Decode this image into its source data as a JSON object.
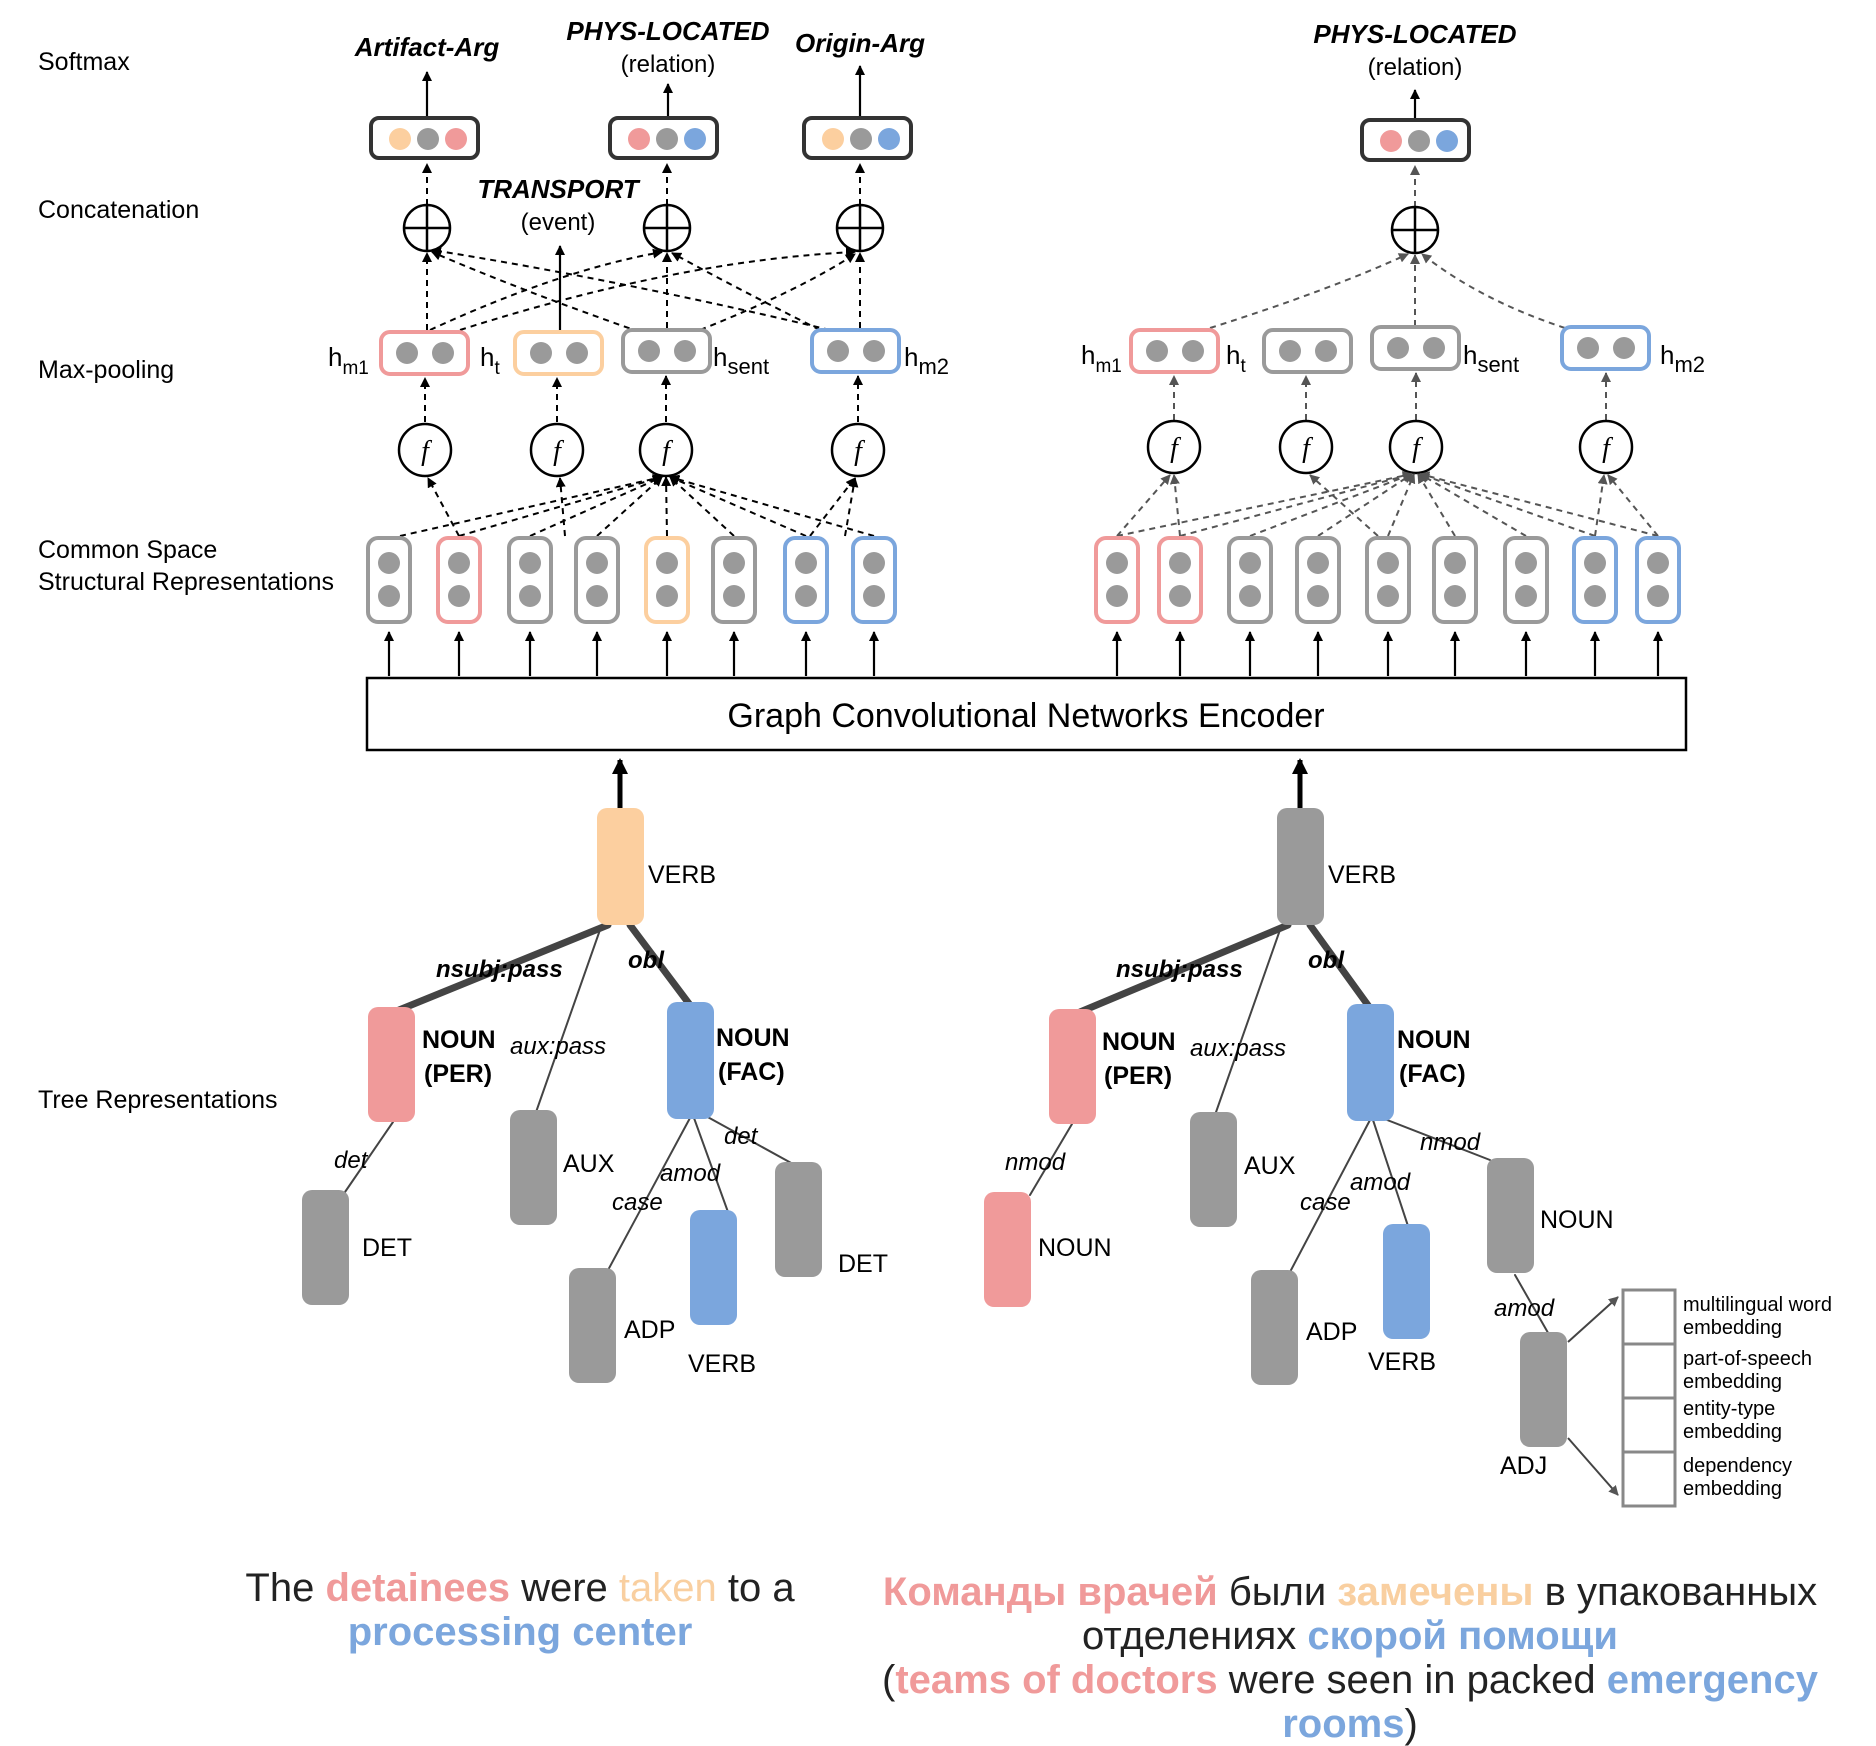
{
  "row_labels": {
    "softmax": "Softmax",
    "concatenation": "Concatenation",
    "max_pooling": "Max-pooling",
    "common_space_1": "Common Space",
    "common_space_2": "Structural Representations",
    "tree": "Tree Representations"
  },
  "outputs": {
    "left_artifact": "Artifact-Arg",
    "left_phys": "PHYS-LOCATED",
    "left_phys_sub": "(relation)",
    "left_origin": "Origin-Arg",
    "transport": "TRANSPORT",
    "transport_sub": "(event)",
    "right_phys": "PHYS-LOCATED",
    "right_phys_sub": "(relation)"
  },
  "pool_labels": {
    "h": "h",
    "m1": "m1",
    "t": "t",
    "sent": "sent",
    "m2": "m2"
  },
  "f_label": "f",
  "encoder_label": "Graph Convolutional Networks Encoder",
  "tree_left": {
    "verb": "VERB",
    "noun_per_1": "NOUN",
    "noun_per_2": "(PER)",
    "noun_fac_1": "NOUN",
    "noun_fac_2": "(FAC)",
    "aux": "AUX",
    "det1": "DET",
    "det2": "DET",
    "adp": "ADP",
    "verb2": "VERB",
    "edge_nsubj": "nsubj:pass",
    "edge_obl": "obl",
    "edge_aux": "aux:pass",
    "edge_det1": "det",
    "edge_det2": "det",
    "edge_amod": "amod",
    "edge_case": "case"
  },
  "tree_right": {
    "verb": "VERB",
    "noun_per_1": "NOUN",
    "noun_per_2": "(PER)",
    "noun_fac_1": "NOUN",
    "noun_fac_2": "(FAC)",
    "aux": "AUX",
    "noun_child": "NOUN",
    "noun_right": "NOUN",
    "adp": "ADP",
    "verb2": "VERB",
    "adj": "ADJ",
    "edge_nsubj": "nsubj:pass",
    "edge_obl": "obl",
    "edge_aux": "aux:pass",
    "edge_nmod1": "nmod",
    "edge_nmod2": "nmod",
    "edge_amod1": "amod",
    "edge_amod2": "amod",
    "edge_case": "case"
  },
  "embedding_legend": [
    {
      "line1": "multilingual word",
      "line2": "embedding"
    },
    {
      "line1": "part-of-speech",
      "line2": "embedding"
    },
    {
      "line1": "entity-type",
      "line2": "embedding"
    },
    {
      "line1": "dependency",
      "line2": "embedding"
    }
  ],
  "captions": {
    "en_1": "The ",
    "en_2": "detainees",
    "en_3": " were ",
    "en_4": "taken",
    "en_5": " to a",
    "en_6": "processing center",
    "ru_1": "Команды врачей",
    "ru_2": " были ",
    "ru_3": "замечены",
    "ru_4": " в упакованных",
    "ru_5": "отделениях ",
    "ru_6": "скорой помощи",
    "ru_7": "(",
    "ru_8": "teams of doctors",
    "ru_9": " were seen in packed ",
    "ru_10": "emergency rooms",
    "ru_11": ")"
  },
  "colors": {
    "pink": "#f09a9a",
    "orange": "#fccf9f",
    "blue": "#7ba6dd",
    "gray": "#9a9a9a"
  }
}
